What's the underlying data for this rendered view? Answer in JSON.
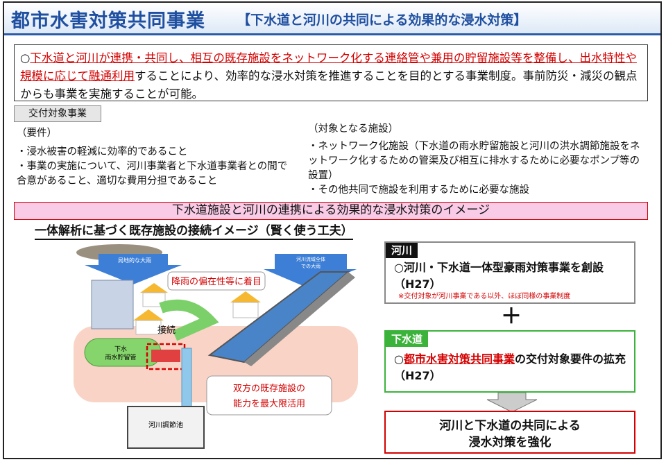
{
  "header": {
    "title": "都市水害対策共同事業",
    "subtitle": "【下水道と河川の共同による効果的な浸水対策】"
  },
  "intro": {
    "bullet": "○",
    "red_part": "下水道と河川が連携・共同し、相互の既存施設をネットワーク化する連絡管や兼用の貯留施設等を整備し、出水特性や規模に応じて融通利用",
    "rest": "することにより、効率的な浸水対策を推進することを目的とする事業制度。事前防災・減災の観点からも事業を実施することが可能。"
  },
  "tag": "交付対象事業",
  "requirements": {
    "heading": "（要件）",
    "items": [
      "・浸水被害の軽減に効率的であること",
      "・事業の実施について、河川事業者と下水道事業者との間で合意があること、適切な費用分担であること"
    ]
  },
  "facilities": {
    "heading": "（対象となる施設）",
    "items": [
      "・ネットワーク化施設（下水道の雨水貯留施設と河川の洪水調節施設をネットワーク化するための管渠及び相互に排水するために必要なポンプ等の設置）",
      "・その他共同で施設を利用するために必要な施設"
    ]
  },
  "image_banner": "下水道施設と河川の連携による効果的な浸水対策のイメージ",
  "diagram": {
    "title": "一体解析に基づく既存施設の接続イメージ（賢く使う工夫）",
    "rain_local": "局地的な大雨",
    "rain_basin": "河川流域全体での大雨",
    "callout_top": "降雨の偏在性等に着目",
    "connection": "接続",
    "sewer_storage": "下水\n雨水貯留管",
    "callout_bottom": "双方の既存施設の\n能力を最大限活用",
    "pond": "河川調節池"
  },
  "river_box": {
    "label": "河川",
    "text": "○河川・下水道一体型豪雨対策事業を創設（H27）",
    "note": "※交付対象が河川事業である以外、ほぼ同様の事業制度"
  },
  "plus": "＋",
  "sewer_box": {
    "label": "下水道",
    "bullet": "○",
    "red_part": "都市水害対策共同事業",
    "rest": "の交付対象要件の拡充（H27）"
  },
  "result_box": {
    "line1": "河川と下水道の共同による",
    "line2": "浸水対策を強化"
  },
  "colors": {
    "header_blue": "#1f4fa0",
    "accent_red": "#d40000",
    "sewer_green": "#3bb33b",
    "banner_pink": "#f9cbe6"
  }
}
